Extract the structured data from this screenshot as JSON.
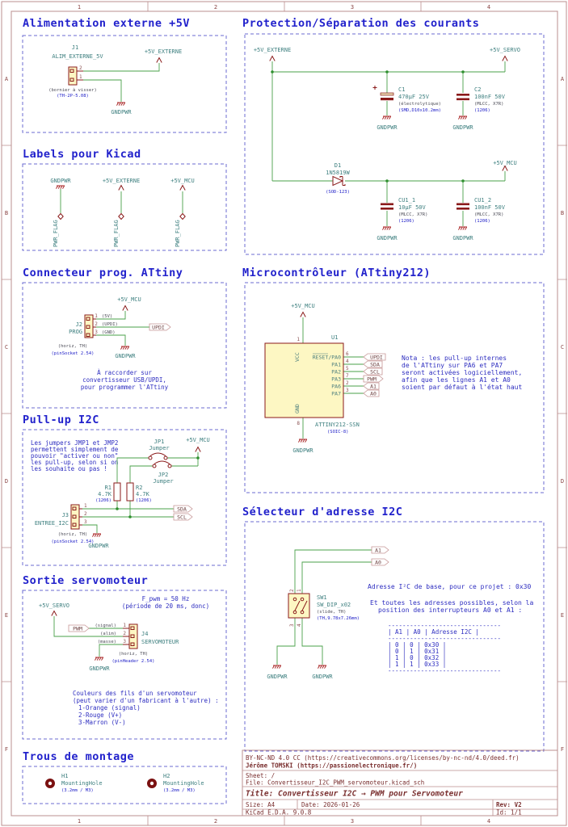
{
  "sheet": {
    "frame_cols": [
      "1",
      "2",
      "3",
      "4"
    ],
    "frame_rows": [
      "A",
      "B",
      "C",
      "D",
      "E",
      "F"
    ]
  },
  "nets": {
    "gndpwr": "GNDPWR",
    "v5_ext": "+5V_EXTERNE",
    "v5_mcu": "+5V_MCU",
    "v5_servo": "+5V_SERVO",
    "pwr_flag": "PWR_FLAG"
  },
  "labels": {
    "updi": "UPDI",
    "sda": "SDA",
    "scl": "SCL",
    "pwm": "PWM",
    "a1": "A1",
    "a0": "A0"
  },
  "pins": {
    "p1": "1",
    "p2": "2",
    "p3": "3",
    "p4": "4",
    "p5": "5",
    "p6": "6",
    "p7": "7",
    "p8": "8"
  },
  "common": {
    "horiz_th": "(horiz, TH)",
    "pinsocket": "(pinSocket 2.54)",
    "pinheader": "(pinHeader 2.54)",
    "fp1206": "(1206)",
    "mlcc": "(MLCC, X7R)",
    "jumper": "Jumper",
    "r47k": "4.7K",
    "mounting": "MountingHole",
    "m3": "(3.2mm / M3)"
  },
  "alim": {
    "title": "Alimentation externe +5V",
    "ref": "J1",
    "value": "ALIM_EXTERNE_5V",
    "f1": "(bornier à visser)",
    "f2": "(TH-2P-5.08)"
  },
  "labelsec": {
    "title": "Labels pour Kicad"
  },
  "prog": {
    "title": "Connecteur prog. ATtiny",
    "ref": "J2",
    "value": "PROG",
    "pn1": "(5V)",
    "pn2": "(UPDI)",
    "pn3": "(GND)",
    "note1": "À raccorder sur",
    "note2": "convertisseur USB/UPDI,",
    "note3": "pour programmer l'ATtiny"
  },
  "pullup": {
    "title": "Pull-up I2C",
    "note1": "Les jumpers JMP1 et JMP2",
    "note2": "permettent simplement de",
    "note3": "pouvoir \"activer ou non\"",
    "note4": "les pull-up, selon si on",
    "note5": "les souhaite ou pas !",
    "jp1": "JP1",
    "jp2": "JP2",
    "r1": "R1",
    "r2": "R2",
    "j3": "J3",
    "j3v": "ENTREE_I2C"
  },
  "servo": {
    "title": "Sortie servomoteur",
    "f1": "F_pwm = 50 Hz",
    "f2": "(période de 20 ms, donc)",
    "pn1": "(signal)",
    "pn2": "(alim)",
    "pn3": "(masse)",
    "ref": "J4",
    "value": "SERVOMOTEUR",
    "c1": "Couleurs des fils d'un servomoteur",
    "c2": "(peut varier d'un fabricant à l'autre) :",
    "c3": "1-Orange (signal)",
    "c4": "2-Rouge (V+)",
    "c5": "3-Marron (V-)"
  },
  "holes": {
    "title": "Trous de montage",
    "h1": "H1",
    "h2": "H2"
  },
  "prot": {
    "title": "Protection/Séparation des courants",
    "c1": "C1",
    "c1v": "470µF 25V",
    "c1f1": "(électrolytique)",
    "c1f2": "(SMD,D10x10.2mm)",
    "c2": "C2",
    "c2v": "100nF 50V",
    "d1": "D1",
    "d1v": "1N5819W",
    "d1f": "(SOD-123)",
    "cu1": "CU1_1",
    "cu1v": "10µF 50V",
    "cu2": "CU1_2",
    "cu2v": "100nF 50V"
  },
  "mcu": {
    "title": "Microcontrôleur (ATtiny212)",
    "ref": "U1",
    "vcc": "VCC",
    "gnd": "GND",
    "reset": "RESET/PA0",
    "pa1": "PA1",
    "pa2": "PA2",
    "pa3": "PA3",
    "pa6": "PA6",
    "pa7": "PA7",
    "value": "ATTINY212-SSN",
    "fp": "(SOIC-8)",
    "n1": "Nota : les pull-up internes",
    "n2": "de l'ATtiny sur PA6 et PA7",
    "n3": "seront activées logiciellement,",
    "n4": "afin que les lignes A1 et A0",
    "n5": "soient par défaut à l'état haut"
  },
  "sel": {
    "title": "Sélecteur d'adresse I2C",
    "sw": "SW1",
    "swv": "SW_DIP_x02",
    "swf1": "(slide, TH)",
    "swf2": "(TH,9.78x7.26mm)",
    "t1": "Adresse I²C de base, pour ce projet : 0x30",
    "t2": "Et toutes les adresses possibles, selon la",
    "t3": "position des interrupteurs A0 et A1 :",
    "tbl0": "-------------------------------",
    "tbl1": "|  A1  |  A0  |  Adresse I2C  |",
    "tbl2": "-------------------------------",
    "tbl3": "|   0  |   0  |     0x30      |",
    "tbl4": "|   0  |   1  |     0x31      |",
    "tbl5": "|   1  |   0  |     0x32      |",
    "tbl6": "|   1  |   1  |     0x33      |",
    "tbl7": "-------------------------------"
  },
  "tb": {
    "license": "BY-NC-ND 4.0 CC (https://creativecommons.org/licenses/by-nc-nd/4.0/deed.fr)",
    "author": "Jérôme TOMSKI (https://passionelectronique.fr/)",
    "sheet": "Sheet: /",
    "file": "File: Convertisseur_I2C_PWM_servomoteur.kicad_sch",
    "title": "Title: Convertisseur I2C → PWM pour Servomoteur",
    "size": "Size: A4",
    "date": "Date: 2026-01-26",
    "rev": "Rev: V2",
    "kicad": "KiCad E.D.A. 9.0.8",
    "id": "Id: 1/1"
  }
}
